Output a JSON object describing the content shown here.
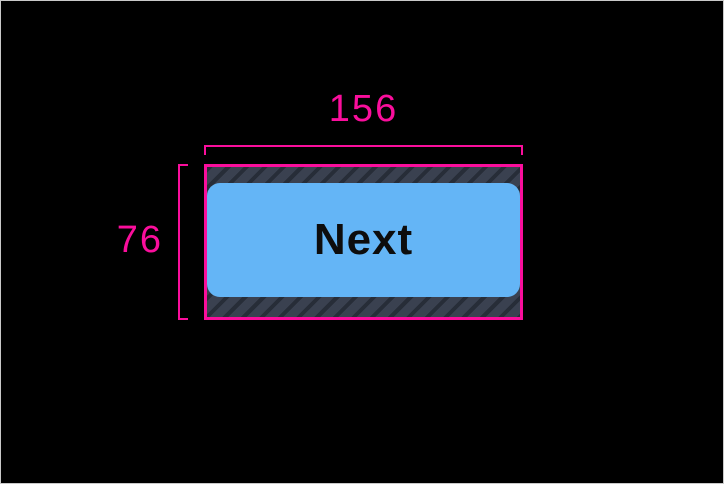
{
  "frame": {
    "background": "#000000",
    "border_color": "#c9c9c9"
  },
  "colors": {
    "annotation_pink": "#fa0e9c",
    "button_blue": "#64b5f6",
    "button_text": "#0d0d0d",
    "hatch_base": "#3a4150",
    "hatch_stripe": "#272d38"
  },
  "measurements": {
    "width_value": "156",
    "height_value": "76"
  },
  "button": {
    "label": "Next"
  }
}
